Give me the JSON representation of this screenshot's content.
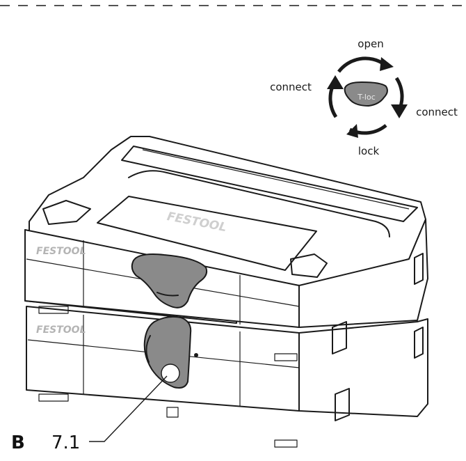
{
  "figure": {
    "letter": "B",
    "callout": "7.1",
    "brand": "FESTOOL"
  },
  "tloc": {
    "open": "open",
    "connect_left": "connect",
    "connect_right": "connect",
    "lock": "lock",
    "knob": "T-loc"
  },
  "colors": {
    "line": "#1a1a1a",
    "latch_fill": "#8a8a8a",
    "logo_grey": "#b4b4b4"
  }
}
